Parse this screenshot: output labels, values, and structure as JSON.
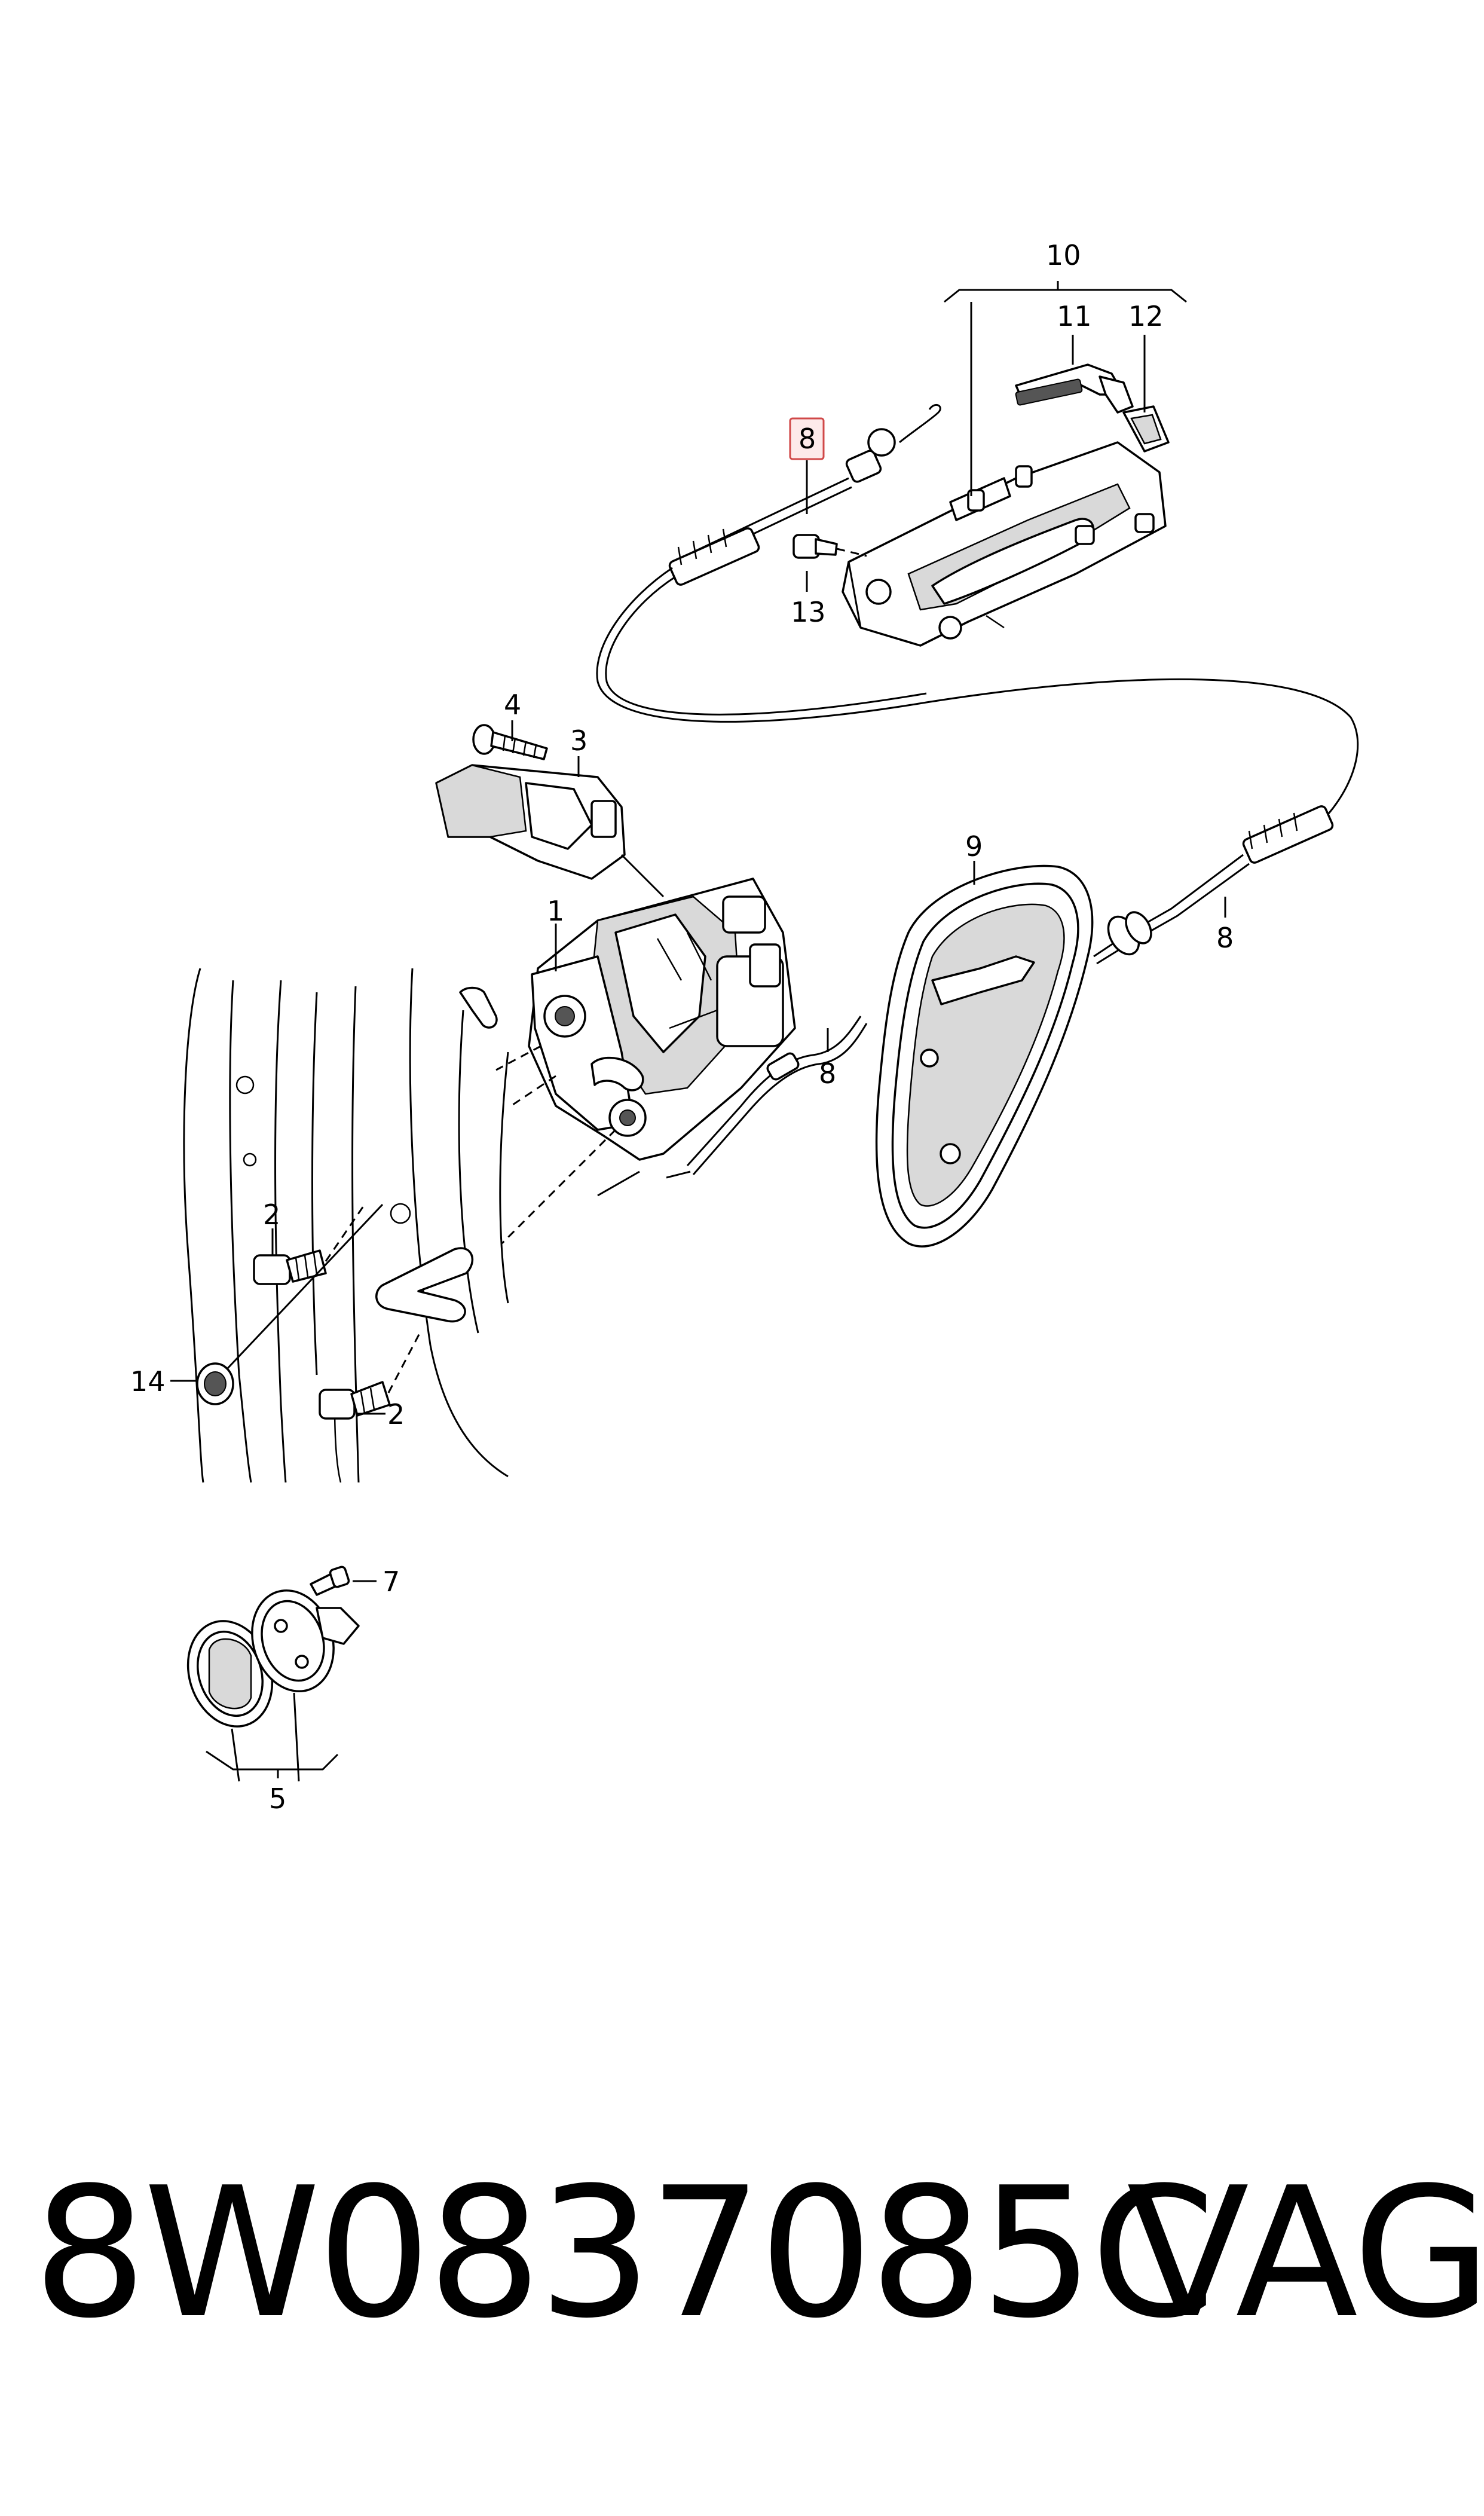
{
  "callouts": {
    "c1": "1",
    "c2a": "2",
    "c2b": "2",
    "c3": "3",
    "c4": "4",
    "c5": "5",
    "c7": "7",
    "c8top": "8",
    "c8mid": "8",
    "c8right": "8",
    "c9": "9",
    "c10": "10",
    "c11": "11",
    "c12": "12",
    "c13": "13",
    "c14": "14"
  },
  "highlight_color": "#d04848",
  "footer": {
    "part_number": "8W0837085C",
    "brand": "VAG"
  }
}
